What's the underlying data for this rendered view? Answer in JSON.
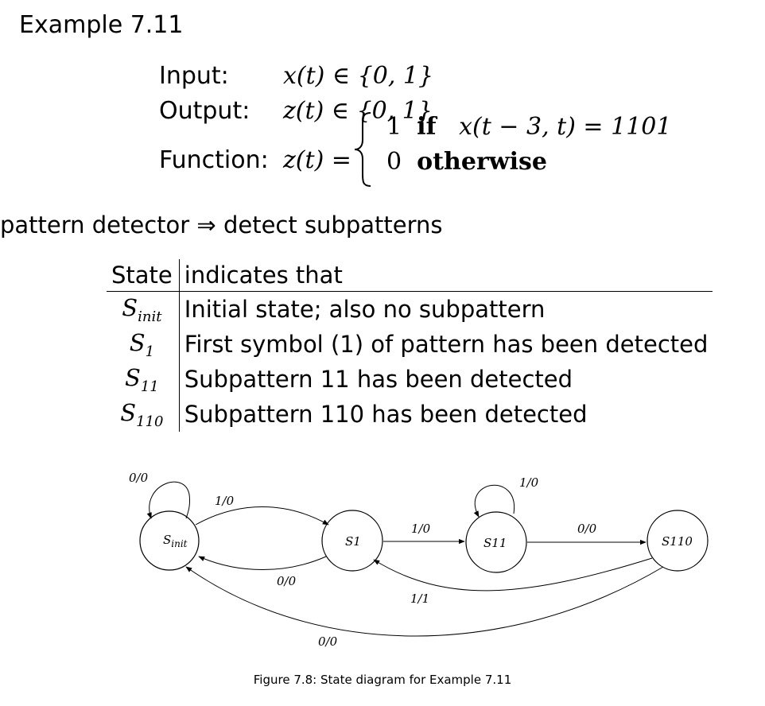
{
  "title": "Example 7.11",
  "spec": {
    "input_label": "Input:",
    "input_expr": "x(t) ∈ {0, 1}",
    "output_label": "Output:",
    "output_expr": "z(t) ∈ {0, 1}",
    "function_label": "Function:",
    "function_lhs": "z(t) =",
    "case1_value": "1",
    "case1_keyword": "if",
    "case1_condition": "x(t − 3, t) = 1101",
    "case2_value": "0",
    "case2_keyword": "otherwise"
  },
  "note": "pattern detector ⇒ detect subpatterns",
  "table": {
    "headers": [
      "State",
      "indicates that"
    ],
    "rows": [
      {
        "state": "S",
        "sub": "init",
        "desc": "Initial state; also no subpattern"
      },
      {
        "state": "S",
        "sub": "1",
        "desc": "First symbol (1) of pattern has been detected"
      },
      {
        "state": "S",
        "sub": "11",
        "desc": "Subpattern 11 has been detected"
      },
      {
        "state": "S",
        "sub": "110",
        "desc": "Subpattern 110 has been detected"
      }
    ]
  },
  "diagram": {
    "states": [
      {
        "label": "S",
        "sub": "init"
      },
      {
        "label": "S1"
      },
      {
        "label": "S11"
      },
      {
        "label": "S110"
      }
    ],
    "edge_labels": {
      "init_self": "0/0",
      "init_to_s1": "1/0",
      "s1_to_init": "0/0",
      "s1_to_s11": "1/0",
      "s11_self": "1/0",
      "s11_to_s110": "0/0",
      "s110_to_s1": "1/1",
      "s110_to_init": "0/0"
    }
  },
  "caption": "Figure 7.8: State diagram for Example 7.11"
}
